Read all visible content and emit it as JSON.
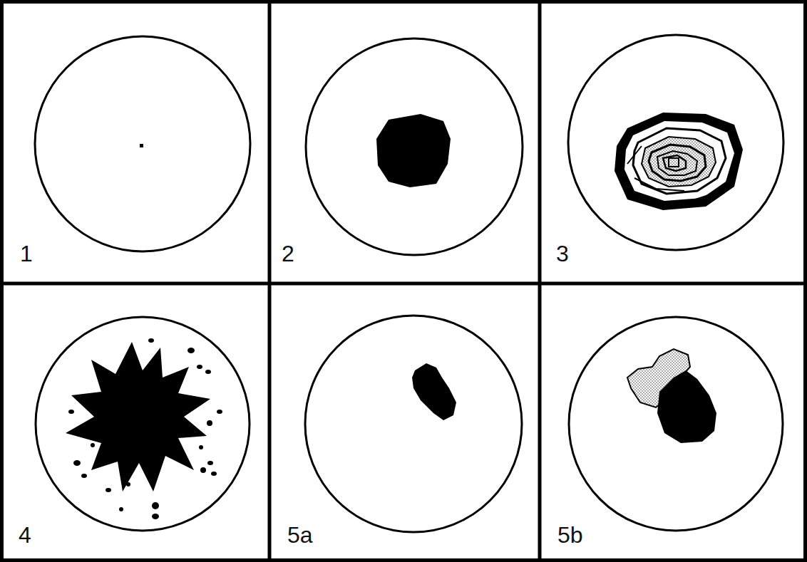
{
  "diagram": {
    "labels": [
      "1",
      "2",
      "3",
      "4",
      "5a",
      "5b"
    ]
  }
}
